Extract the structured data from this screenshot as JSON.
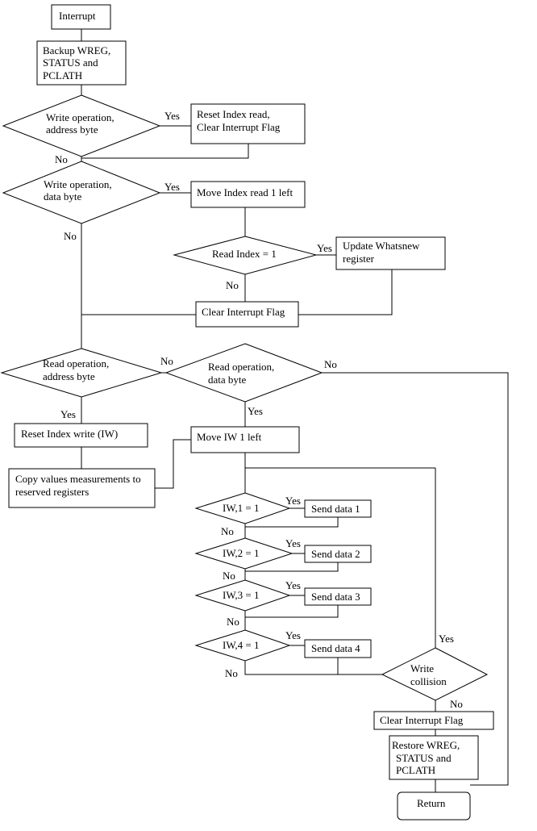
{
  "nodes": {
    "interrupt": "Interrupt",
    "backup": [
      "Backup WREG,",
      "STATUS and",
      "PCLATH"
    ],
    "write_addr": [
      "Write operation,",
      "address byte"
    ],
    "reset_index_read": [
      "Reset Index read,",
      "Clear Interrupt Flag"
    ],
    "write_data": [
      "Write operation,",
      "data byte"
    ],
    "move_index_read": "Move Index read 1 left",
    "read_index_eq": "Read Index = 1",
    "update_whatsnew": [
      "Update Whatsnew",
      "register"
    ],
    "clear_flag_1": "Clear Interrupt Flag",
    "read_addr": [
      "Read operation,",
      "address byte"
    ],
    "read_data": [
      "Read operation,",
      "data byte"
    ],
    "reset_index_write": "Reset Index write (IW)",
    "copy_values": [
      "Copy values measurements to",
      "reserved registers"
    ],
    "move_iw": "Move IW 1 left",
    "iw1": "IW,1 = 1",
    "iw2": "IW,2 = 1",
    "iw3": "IW,3 = 1",
    "iw4": "IW,4 = 1",
    "send1": "Send data 1",
    "send2": "Send data 2",
    "send3": "Send data 3",
    "send4": "Send data 4",
    "write_collision": [
      "Write",
      "collision"
    ],
    "clear_flag_2": "Clear Interrupt Flag",
    "restore": [
      "Restore WREG,",
      "STATUS and",
      "PCLATH"
    ],
    "return": "Return"
  },
  "labels": {
    "yes": "Yes",
    "no": "No"
  }
}
